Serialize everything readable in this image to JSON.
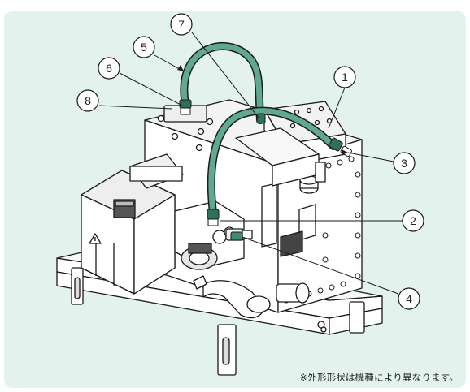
{
  "callouts": [
    {
      "id": "1",
      "label": "1"
    },
    {
      "id": "2",
      "label": "2"
    },
    {
      "id": "3",
      "label": "3"
    },
    {
      "id": "4",
      "label": "4"
    },
    {
      "id": "5",
      "label": "5"
    },
    {
      "id": "6",
      "label": "6"
    },
    {
      "id": "7",
      "label": "7"
    },
    {
      "id": "8",
      "label": "8"
    }
  ],
  "footnote": "※外形形状は機種により異なります。",
  "colors": {
    "background_panel": "#e4f2ee",
    "hose": "#5fa892",
    "hose_dark": "#2f6f5d",
    "line": "#1a1a1a",
    "fill": "#ffffff"
  },
  "icons": [
    "warning-triangle-icon"
  ]
}
